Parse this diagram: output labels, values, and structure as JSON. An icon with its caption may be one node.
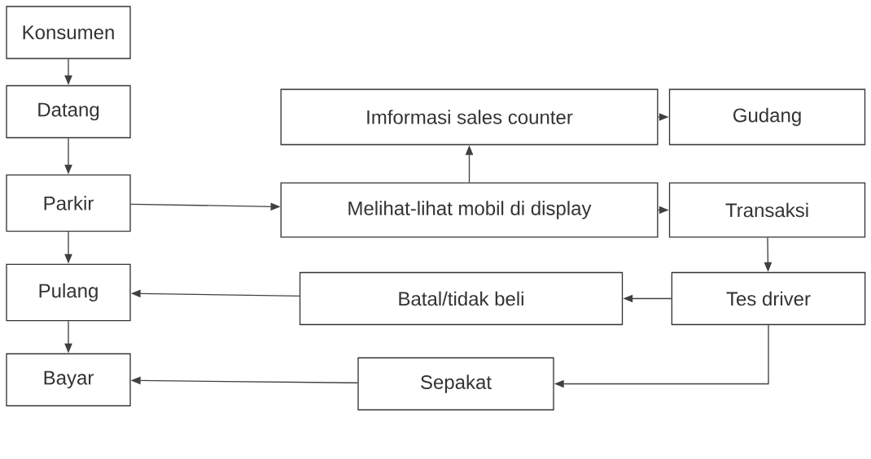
{
  "diagram": {
    "nodes": [
      {
        "text": [
          "Konsumen"
        ]
      },
      {
        "text": [
          "Datang"
        ]
      },
      {
        "text": [
          "Parkir"
        ]
      },
      {
        "text": [
          "Pulang"
        ]
      },
      {
        "text": [
          "Bayar"
        ]
      },
      {
        "text": [
          "Imformasi sales counter"
        ]
      },
      {
        "text": [
          "Gudang"
        ]
      },
      {
        "text": [
          "Melihat-lihat mobil di display"
        ]
      },
      {
        "text": [
          "Transaksi"
        ]
      },
      {
        "text": [
          "Batal/tidak beli"
        ]
      },
      {
        "text": [
          "Tes driver"
        ]
      },
      {
        "text": [
          "Sepakat"
        ]
      }
    ],
    "edges": [
      {
        "from": 0,
        "to": 1,
        "arrow": "to"
      },
      {
        "from": 1,
        "to": 2,
        "arrow": "to"
      },
      {
        "from": 2,
        "to": 7,
        "arrow": "to"
      },
      {
        "from": 2,
        "to": 3,
        "arrow": "to"
      },
      {
        "from": 3,
        "to": 4,
        "arrow": "to"
      },
      {
        "from": 7,
        "to": 5,
        "arrow": "to"
      },
      {
        "from": 5,
        "to": 6,
        "arrow": "to"
      },
      {
        "from": 7,
        "to": 8,
        "arrow": "to"
      },
      {
        "from": 8,
        "to": 10,
        "arrow": "to"
      },
      {
        "from": 10,
        "to": 9,
        "arrow": "to"
      },
      {
        "from": 9,
        "to": 3,
        "arrow": "to"
      },
      {
        "from": 10,
        "to": 11,
        "arrow": "to"
      },
      {
        "from": 11,
        "to": 4,
        "arrow": "to"
      }
    ]
  }
}
